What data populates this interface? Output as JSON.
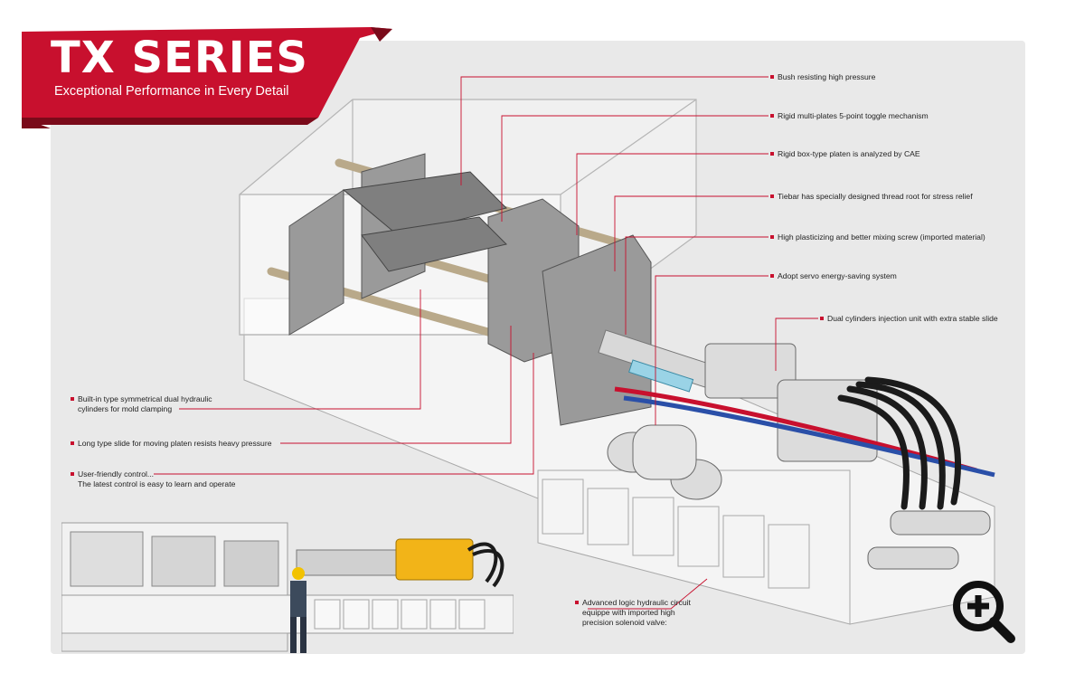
{
  "banner": {
    "title": "TX SERIES",
    "subtitle": "Exceptional Performance in Every Detail",
    "color": "#c8102e",
    "dark_color": "#7a0a1a"
  },
  "callouts": [
    {
      "id": "bush",
      "text": "Bush resisting high pressure"
    },
    {
      "id": "toggle",
      "text": "Rigid multi-plates 5-point toggle mechanism"
    },
    {
      "id": "platen",
      "text": "Rigid box-type platen is analyzed by CAE"
    },
    {
      "id": "tiebar",
      "text": "Tiebar has specially designed thread root for stress relief"
    },
    {
      "id": "screw",
      "text": "High plasticizing and better mixing screw (imported material)"
    },
    {
      "id": "servo",
      "text": "Adopt servo energy-saving system"
    },
    {
      "id": "injection",
      "text": "Dual cylinders injection unit with extra stable slide"
    },
    {
      "id": "clamping",
      "lines": [
        "Built-in type symmetrical dual hydraulic",
        "cylinders for mold clamping"
      ]
    },
    {
      "id": "slide",
      "text": "Long type slide for moving platen resists heavy pressure"
    },
    {
      "id": "control",
      "lines": [
        "User-friendly control...",
        "The latest control is easy to learn and operate"
      ]
    },
    {
      "id": "hydraulic",
      "lines": [
        "Advanced logic hydraulic circuit",
        "equippe with imported high",
        "precision solenoid valve:"
      ]
    }
  ],
  "colors": {
    "accent": "#c8102e",
    "panel": "#e9e9e9",
    "machine_yellow": "#f2b418"
  },
  "icons": {
    "zoom": "zoom-in-icon"
  }
}
